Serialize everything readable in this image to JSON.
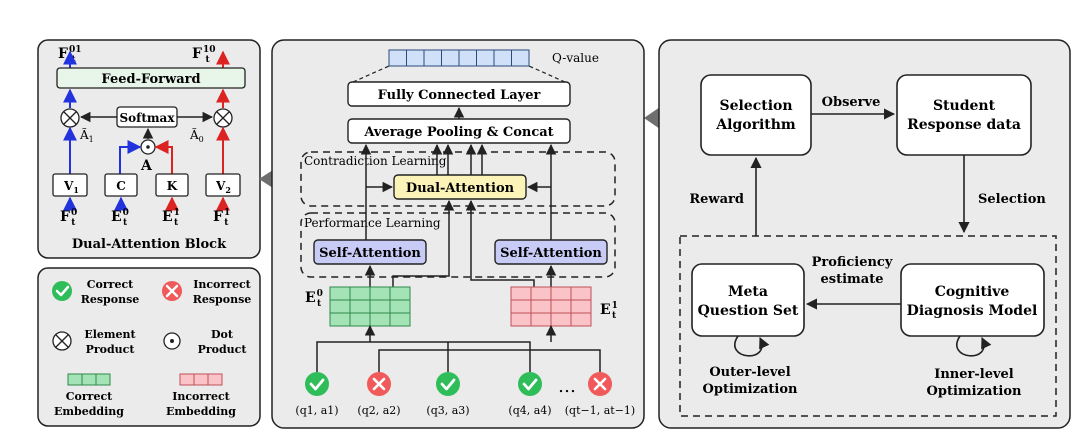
{
  "colors": {
    "panel_fill": "#ebebeb",
    "stroke": "#222222",
    "box_fill": "#ffffff",
    "feedforward_fill": "#e8f6ea",
    "attention_fill": "#c7cbf5",
    "dual_attention_fill": "#fcf3b9",
    "correct_embedding": "#a3e3b6",
    "incorrect_embedding": "#f9c3c7",
    "q_value_fill": "#cfe0f8",
    "correct_icon": "#2fbd5a",
    "incorrect_icon": "#f05a5a",
    "blue_arrow": "#2233dd",
    "red_arrow": "#dd2222",
    "big_arrow": "#6f6f6f"
  },
  "dual_attention_block": {
    "title": "Dual-Attention Block",
    "feed_forward": "Feed-Forward",
    "softmax": "Softmax",
    "out_left": "F",
    "out_left_sup": "01",
    "out_left_sub": "t",
    "out_right": "F",
    "out_right_sup": "10",
    "out_right_sub": "t",
    "a1": "Ã",
    "a1_sub": "1",
    "a0": "Ã",
    "a0_sub": "0",
    "a_label": "A",
    "v1": "V",
    "v1_sub": "1",
    "c": "C",
    "k": "K",
    "v2": "V",
    "v2_sub": "2",
    "in1": "F",
    "in1_sub": "t",
    "in1_sup": "0",
    "in2": "E",
    "in2_sub": "t",
    "in2_sup": "0",
    "in3": "E",
    "in3_sub": "t",
    "in3_sup": "1",
    "in4": "F",
    "in4_sub": "t",
    "in4_sup": "1"
  },
  "legend": {
    "correct": [
      "Correct",
      "Response"
    ],
    "incorrect": [
      "Incorrect",
      "Response"
    ],
    "element": [
      "Element",
      "Product"
    ],
    "dot": [
      "Dot",
      "Product"
    ],
    "correct_embedding": [
      "Correct",
      "Embedding"
    ],
    "incorrect_embedding": [
      "Incorrect",
      "Embedding"
    ]
  },
  "middle_panel": {
    "q_value": "Q-value",
    "fully_connected": "Fully Connected Layer",
    "avg_pooling": "Average Pooling & Concat",
    "contradiction_learning": "Contradiction Learning",
    "dual_attention": "Dual-Attention",
    "performance_learning": "Performance Learning",
    "self_attention_left": "Self-Attention",
    "self_attention_right": "Self-Attention",
    "e0": "E",
    "e0_sub": "t",
    "e0_sup": "0",
    "e1": "E",
    "e1_sub": "t",
    "e1_sup": "1",
    "responses": [
      {
        "label": "(q1, a1)",
        "correct": true
      },
      {
        "label": "(q2, a2)",
        "correct": false
      },
      {
        "label": "(q3, a3)",
        "correct": true
      },
      {
        "label": "(q4, a4)",
        "correct": true
      },
      {
        "label": "(qt−1, at−1)",
        "correct": false
      }
    ],
    "ellipsis": "…"
  },
  "right_panel": {
    "selection_algorithm": [
      "Selection",
      "Algorithm"
    ],
    "observe": "Observe",
    "student_response": [
      "Student",
      "Response data"
    ],
    "reward": "Reward",
    "selection": "Selection",
    "proficiency": [
      "Proficiency",
      "estimate"
    ],
    "meta_question": [
      "Meta",
      "Question Set"
    ],
    "cognitive": [
      "Cognitive",
      "Diagnosis Model"
    ],
    "outer": [
      "Outer-level",
      "Optimization"
    ],
    "inner": [
      "Inner-level",
      "Optimization"
    ]
  }
}
